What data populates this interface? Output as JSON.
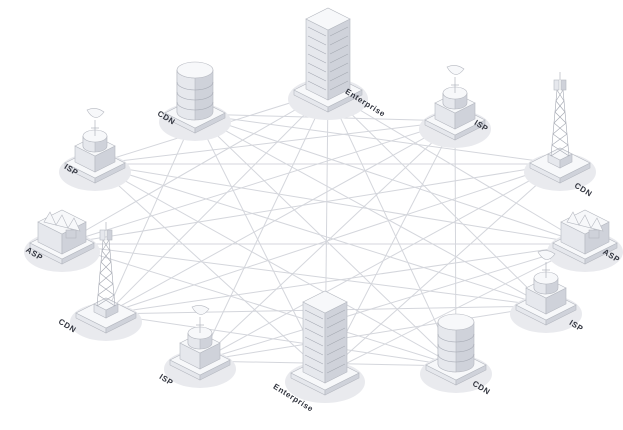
{
  "diagram": {
    "nodes": [
      {
        "id": "enterprise-top",
        "type": "enterprise",
        "label": "Enterprise"
      },
      {
        "id": "cdn-top-left",
        "type": "cdn-storage",
        "label": "CDN"
      },
      {
        "id": "isp-top-right",
        "type": "isp",
        "label": "ISP"
      },
      {
        "id": "isp-left",
        "type": "isp",
        "label": "ISP"
      },
      {
        "id": "cdn-tower-right",
        "type": "cdn-tower",
        "label": "CDN"
      },
      {
        "id": "asp-left",
        "type": "asp",
        "label": "ASP"
      },
      {
        "id": "asp-right",
        "type": "asp",
        "label": "ASP"
      },
      {
        "id": "cdn-tower-left",
        "type": "cdn-tower",
        "label": "CDN"
      },
      {
        "id": "isp-right",
        "type": "isp",
        "label": "ISP"
      },
      {
        "id": "isp-bottom-left",
        "type": "isp",
        "label": "ISP"
      },
      {
        "id": "enterprise-bottom",
        "type": "enterprise",
        "label": "Enterprise"
      },
      {
        "id": "cdn-bottom-right",
        "type": "cdn-storage",
        "label": "CDN"
      }
    ],
    "links": [
      [
        "enterprise-top",
        "isp-left"
      ],
      [
        "enterprise-top",
        "asp-left"
      ],
      [
        "enterprise-top",
        "cdn-tower-left"
      ],
      [
        "enterprise-top",
        "isp-bottom-left"
      ],
      [
        "enterprise-top",
        "enterprise-bottom"
      ],
      [
        "enterprise-top",
        "cdn-bottom-right"
      ],
      [
        "enterprise-top",
        "isp-right"
      ],
      [
        "enterprise-top",
        "asp-right"
      ],
      [
        "cdn-top-left",
        "isp-top-right"
      ],
      [
        "cdn-top-left",
        "cdn-tower-right"
      ],
      [
        "cdn-top-left",
        "asp-right"
      ],
      [
        "cdn-top-left",
        "isp-right"
      ],
      [
        "cdn-top-left",
        "cdn-bottom-right"
      ],
      [
        "cdn-top-left",
        "enterprise-bottom"
      ],
      [
        "cdn-top-left",
        "cdn-tower-left"
      ],
      [
        "isp-top-right",
        "isp-left"
      ],
      [
        "isp-top-right",
        "asp-left"
      ],
      [
        "isp-top-right",
        "cdn-tower-left"
      ],
      [
        "isp-top-right",
        "isp-bottom-left"
      ],
      [
        "isp-top-right",
        "enterprise-bottom"
      ],
      [
        "isp-top-right",
        "cdn-bottom-right"
      ],
      [
        "isp-left",
        "cdn-tower-right"
      ],
      [
        "isp-left",
        "asp-right"
      ],
      [
        "isp-left",
        "isp-right"
      ],
      [
        "isp-left",
        "cdn-bottom-right"
      ],
      [
        "isp-left",
        "enterprise-bottom"
      ],
      [
        "cdn-tower-right",
        "asp-left"
      ],
      [
        "cdn-tower-right",
        "cdn-tower-left"
      ],
      [
        "cdn-tower-right",
        "isp-bottom-left"
      ],
      [
        "cdn-tower-right",
        "enterprise-bottom"
      ],
      [
        "asp-left",
        "asp-right"
      ],
      [
        "asp-left",
        "isp-right"
      ],
      [
        "asp-left",
        "cdn-bottom-right"
      ],
      [
        "asp-right",
        "cdn-tower-left"
      ],
      [
        "asp-right",
        "isp-bottom-left"
      ],
      [
        "cdn-tower-left",
        "isp-right"
      ],
      [
        "cdn-tower-left",
        "cdn-bottom-right"
      ],
      [
        "isp-right",
        "isp-bottom-left"
      ],
      [
        "isp-bottom-left",
        "cdn-bottom-right"
      ],
      [
        "enterprise-bottom",
        "asp-right"
      ]
    ]
  },
  "colors": {
    "link": "#d4d6dc",
    "label": "#333640",
    "building_light": "#f7f8fa",
    "building_mid": "#e6e8ed",
    "building_dark": "#cfd2da"
  }
}
